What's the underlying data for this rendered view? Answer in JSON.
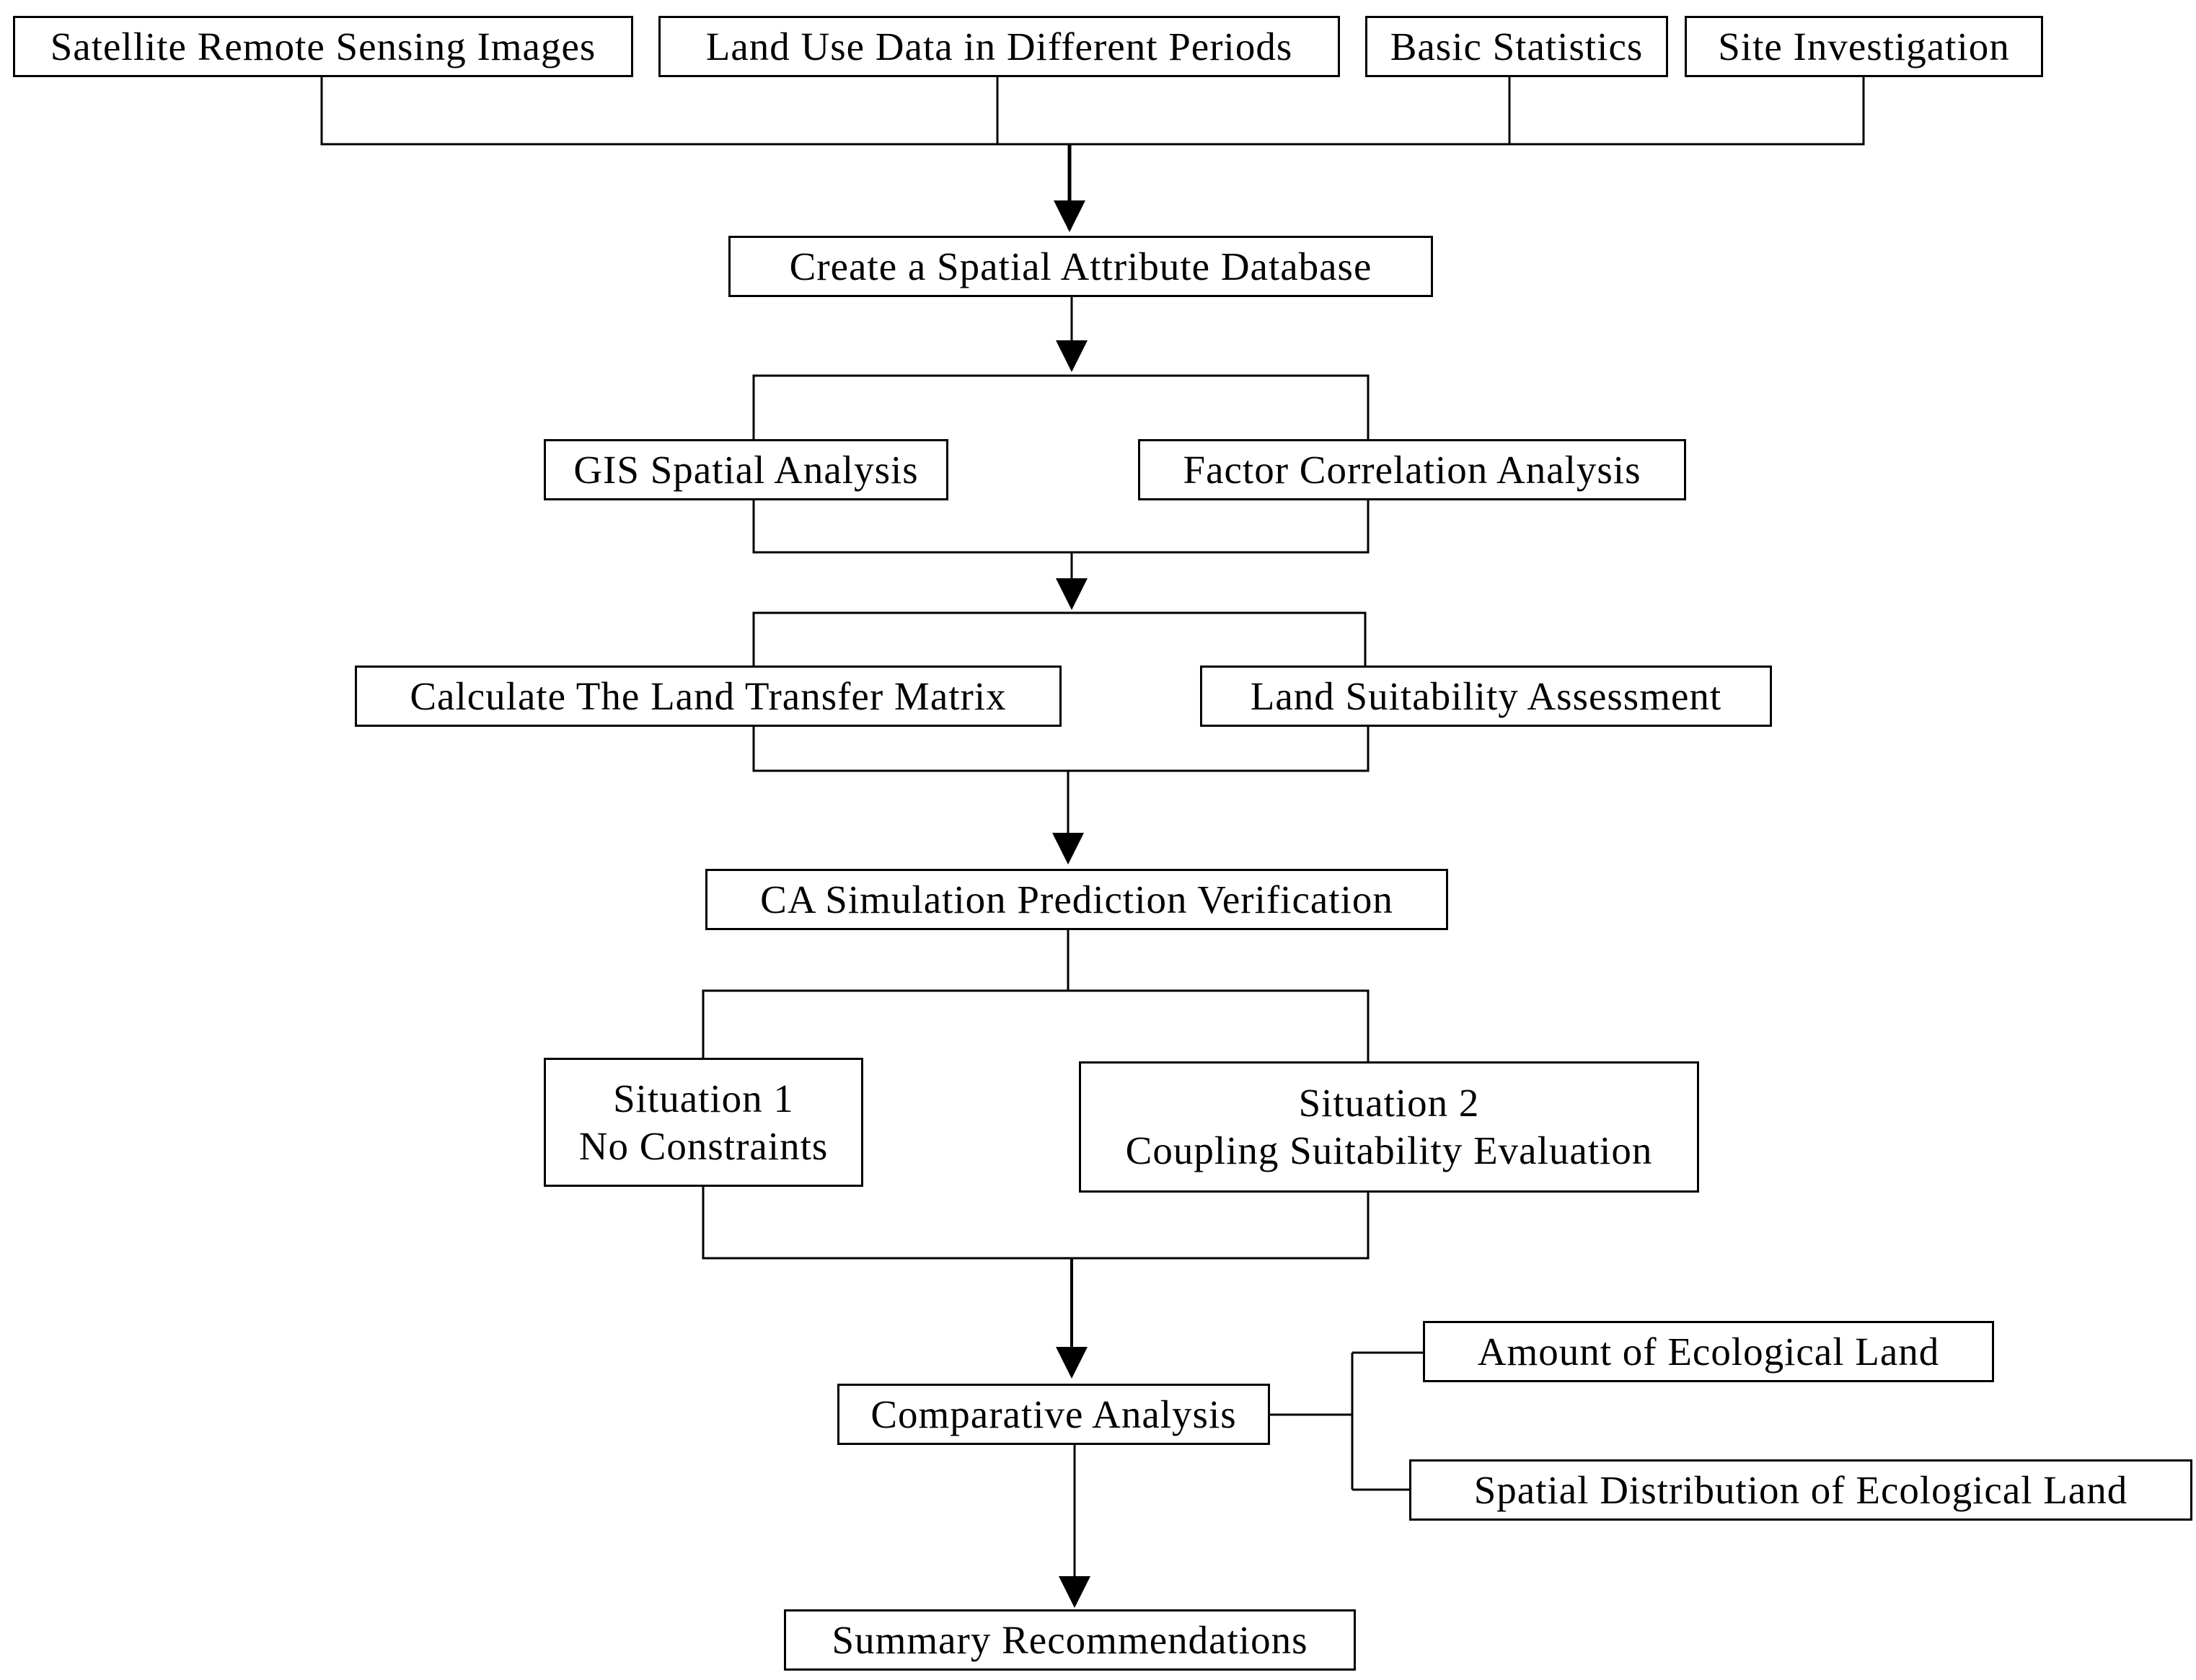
{
  "inputs": {
    "satellite": "Satellite Remote Sensing Images",
    "land_use": "Land Use Data in Different Periods",
    "basic_stats": "Basic Statistics",
    "site_investigation": "Site Investigation"
  },
  "database": "Create a Spatial Attribute Database",
  "analysis": {
    "gis": "GIS Spatial Analysis",
    "factor": "Factor Correlation Analysis"
  },
  "assessment": {
    "transfer_matrix": "Calculate The Land Transfer Matrix",
    "suitability": "Land Suitability Assessment"
  },
  "ca_verification": "CA Simulation Prediction Verification",
  "situations": {
    "s1_title": "Situation 1",
    "s1_desc": "No Constraints",
    "s2_title": "Situation 2",
    "s2_desc": "Coupling Suitability Evaluation"
  },
  "comparative": "Comparative Analysis",
  "outputs": {
    "amount": "Amount of Ecological Land",
    "distribution": "Spatial Distribution of Ecological Land"
  },
  "summary": "Summary Recommendations"
}
